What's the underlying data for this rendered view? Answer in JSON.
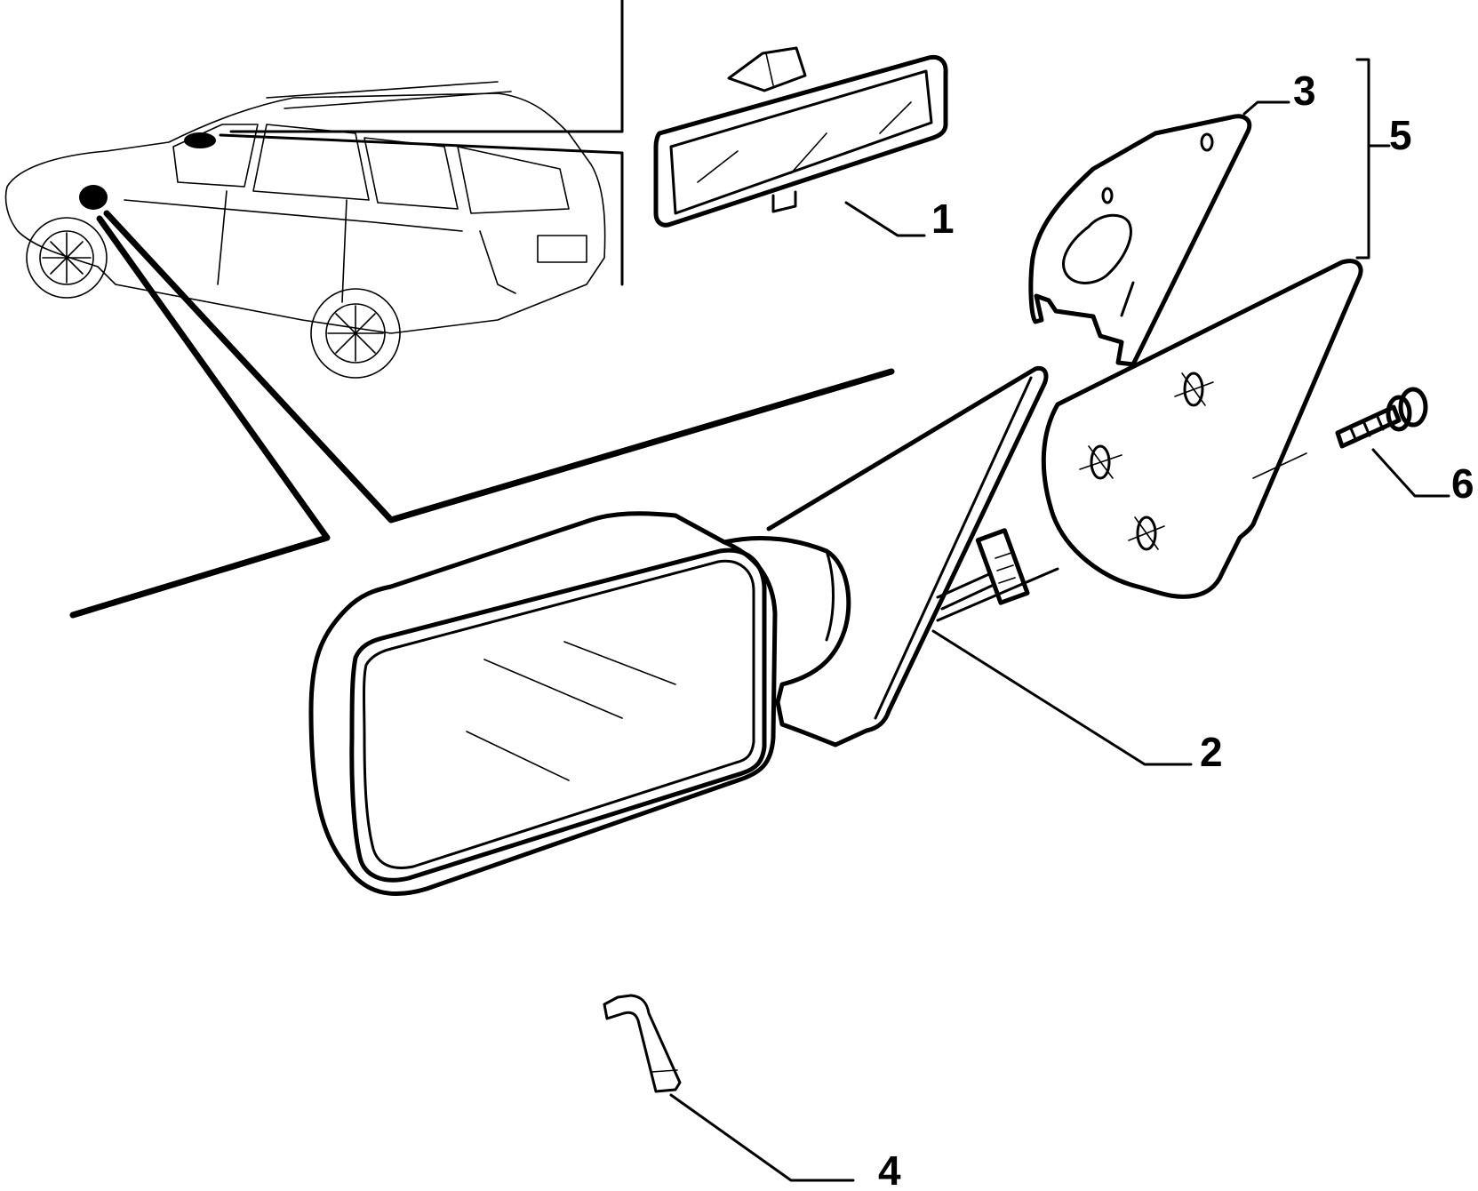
{
  "diagram": {
    "callouts": [
      {
        "id": "1",
        "text": "1"
      },
      {
        "id": "2",
        "text": "2"
      },
      {
        "id": "3",
        "text": "3"
      },
      {
        "id": "4",
        "text": "4"
      },
      {
        "id": "5",
        "text": "5"
      },
      {
        "id": "6",
        "text": "6"
      }
    ],
    "colors": {
      "ink": "#000000",
      "paper": "#ffffff"
    }
  }
}
